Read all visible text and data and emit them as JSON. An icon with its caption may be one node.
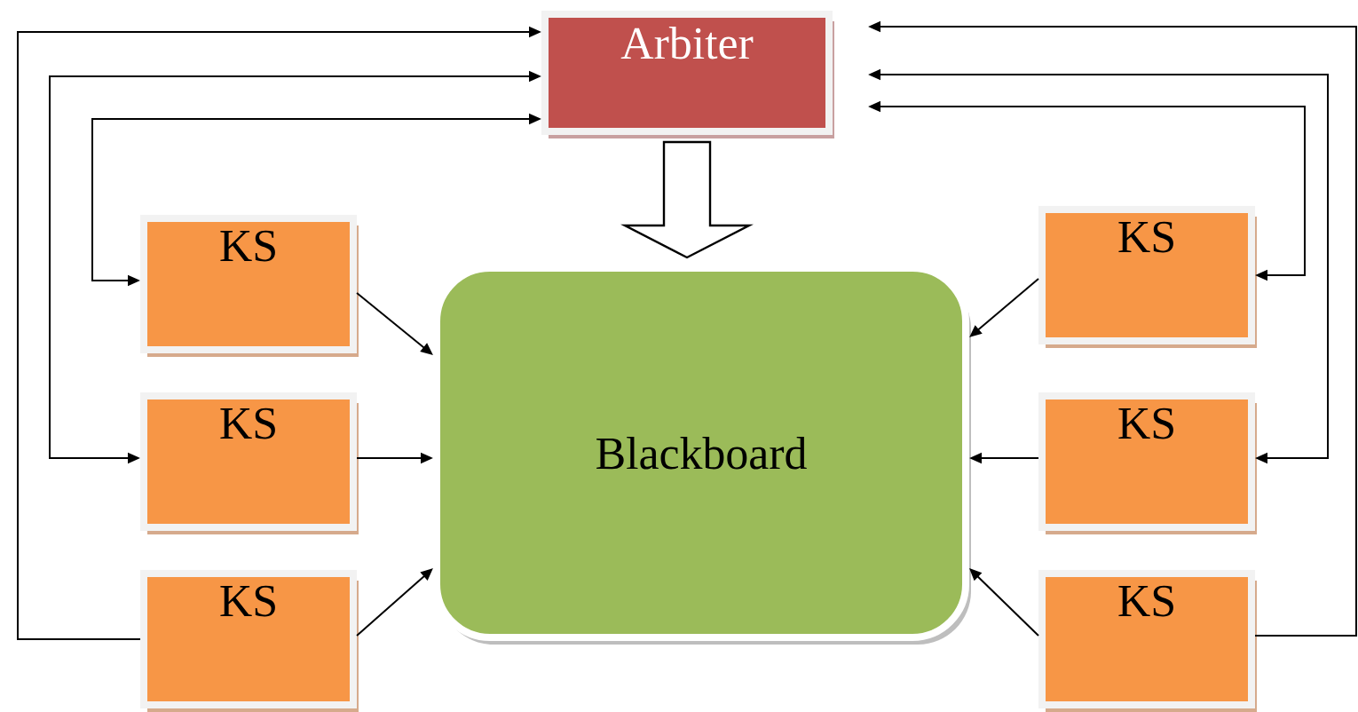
{
  "diagram": {
    "nodes": [
      {
        "text": [
          "Arbiter"
        ]
      },
      {
        "text": [
          "Blackboard"
        ]
      },
      {
        "text": [
          "KS"
        ]
      },
      {
        "text": [
          "KS"
        ]
      },
      {
        "text": [
          "KS"
        ]
      },
      {
        "text": [
          "KS"
        ]
      },
      {
        "text": [
          "KS"
        ]
      },
      {
        "text": [
          "KS"
        ]
      }
    ],
    "edges": [
      {
        "from": 0,
        "to": 1,
        "arrow": "to",
        "style": "thick"
      },
      {
        "from": 2,
        "to": 1,
        "arrow": "to"
      },
      {
        "from": 3,
        "to": 1,
        "arrow": "to"
      },
      {
        "from": 4,
        "to": 1,
        "arrow": "to"
      },
      {
        "from": 5,
        "to": 1,
        "arrow": "to"
      },
      {
        "from": 6,
        "to": 1,
        "arrow": "to"
      },
      {
        "from": 7,
        "to": 1,
        "arrow": "to"
      },
      {
        "from": 2,
        "to": 0,
        "arrow": "both"
      },
      {
        "from": 3,
        "to": 0,
        "arrow": "both"
      },
      {
        "from": 4,
        "to": 0,
        "arrow": "to"
      },
      {
        "from": 5,
        "to": 0,
        "arrow": "both"
      },
      {
        "from": 6,
        "to": 0,
        "arrow": "both"
      },
      {
        "from": 7,
        "to": 0,
        "arrow": "to"
      }
    ]
  }
}
